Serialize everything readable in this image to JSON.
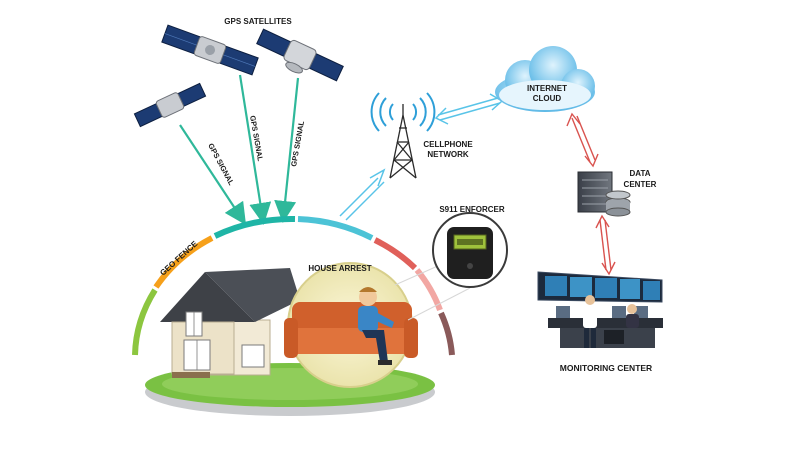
{
  "labels": {
    "gps_satellites": "GPS SATELLITES",
    "gps_signal": "GPS SIGNAL",
    "cellphone_line1": "CELLPHONE",
    "cellphone_line2": "NETWORK",
    "internet_line1": "INTERNET",
    "internet_line2": "CLOUD",
    "data_line1": "DATA",
    "data_line2": "CENTER",
    "enforcer": "S911 ENFORCER",
    "geo_fence": "GEO FENCE",
    "house_arrest": "HOUSE ARREST",
    "monitoring_center": "MONITORING CENTER"
  },
  "colors": {
    "arc_green": "#8cc63f",
    "arc_orange": "#f6a01a",
    "arc_teal": "#1fb5a6",
    "arc_cyan": "#4cc3d6",
    "arc_red": "#e0605a",
    "arc_pink": "#f2a7a3",
    "arc_brown": "#8a5a5a",
    "gps_arrow": "#2fb89a",
    "link_blue": "#59c4e8",
    "link_red": "#d9534f",
    "couch": "#e0733c",
    "lawn": "#7ac143"
  },
  "icons": {
    "satellites": "satellite-icon",
    "tower": "cell-tower-icon",
    "cloud": "cloud-icon",
    "server": "server-icon",
    "device": "ankle-monitor-device-icon",
    "house": "house-icon",
    "person": "person-on-couch-icon",
    "operators": "monitoring-operators-icon"
  }
}
